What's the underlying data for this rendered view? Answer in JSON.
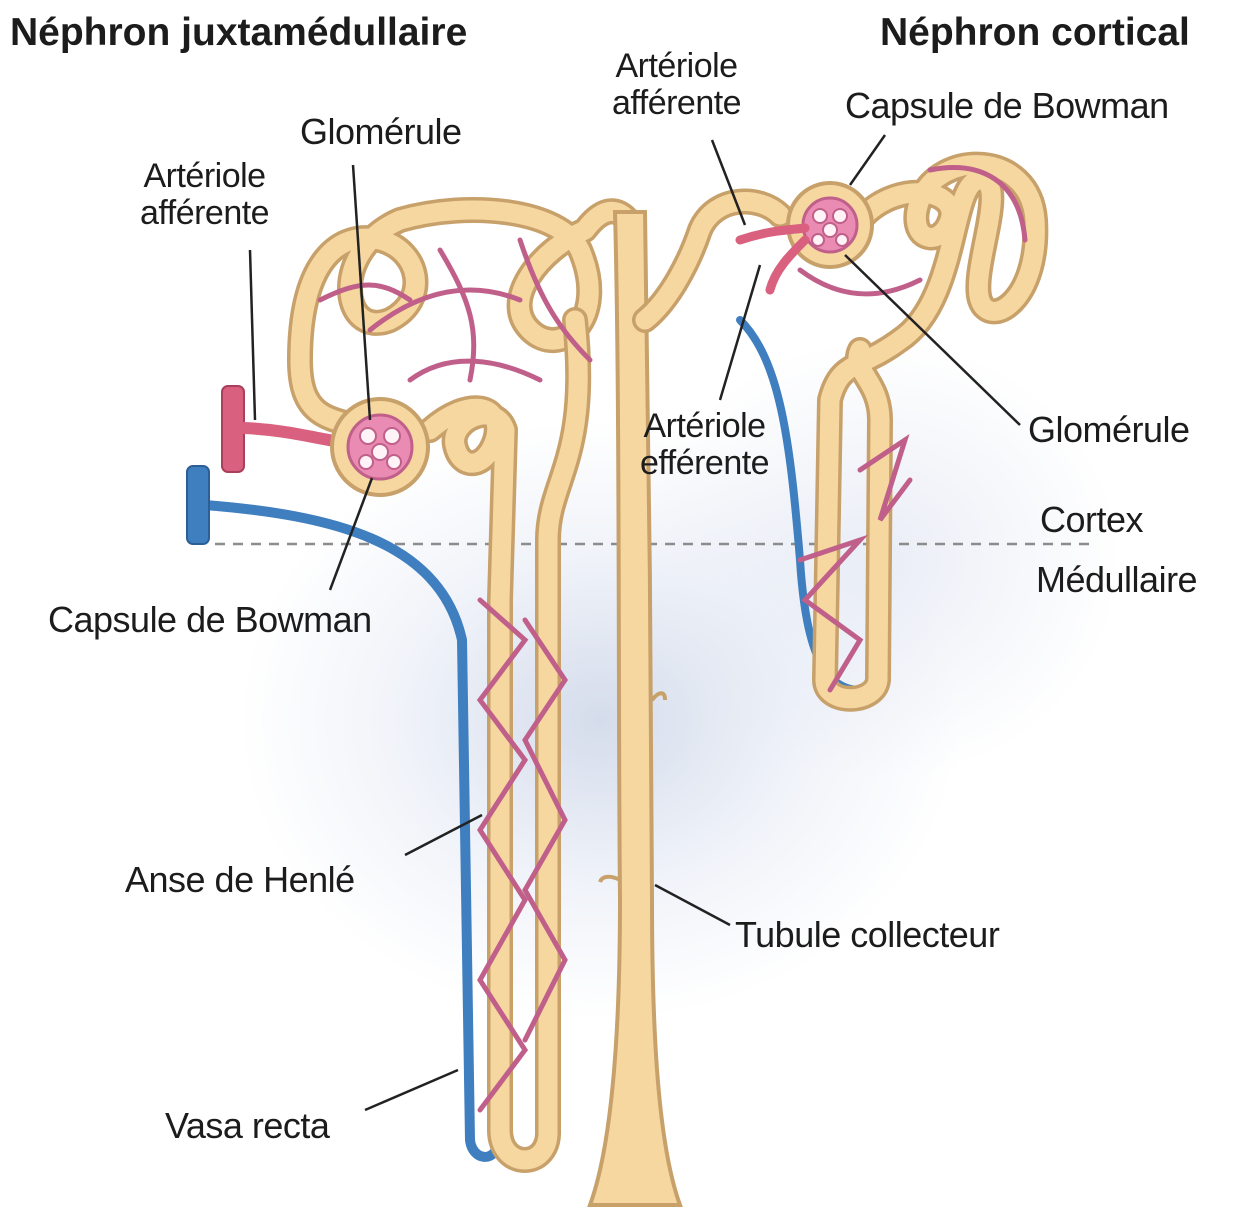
{
  "titles": {
    "left": "Néphron juxtamédullaire",
    "right": "Néphron cortical"
  },
  "labels": {
    "arteriole_afferente_left": [
      "Artériole",
      "afférente"
    ],
    "glomerule_left": "Glomérule",
    "capsule_bowman_left": "Capsule de Bowman",
    "anse_henle": "Anse de Henlé",
    "vasa_recta": "Vasa recta",
    "arteriole_afferente_right": [
      "Artériole",
      "afférente"
    ],
    "capsule_bowman_right": "Capsule de Bowman",
    "arteriole_efferente": [
      "Artériole",
      "efférente"
    ],
    "glomerule_right": "Glomérule",
    "cortex": "Cortex",
    "medullaire": "Médullaire",
    "tubule_collecteur": "Tubule collecteur"
  },
  "colors": {
    "tubule_fill": "#f6d7a0",
    "tubule_outline": "#c7a06a",
    "capillary": "#c0608a",
    "vein": "#3f7fc0",
    "artery_fill": "#d9607e",
    "leader_line": "#222222",
    "boundary_line": "#8c8c8c"
  }
}
